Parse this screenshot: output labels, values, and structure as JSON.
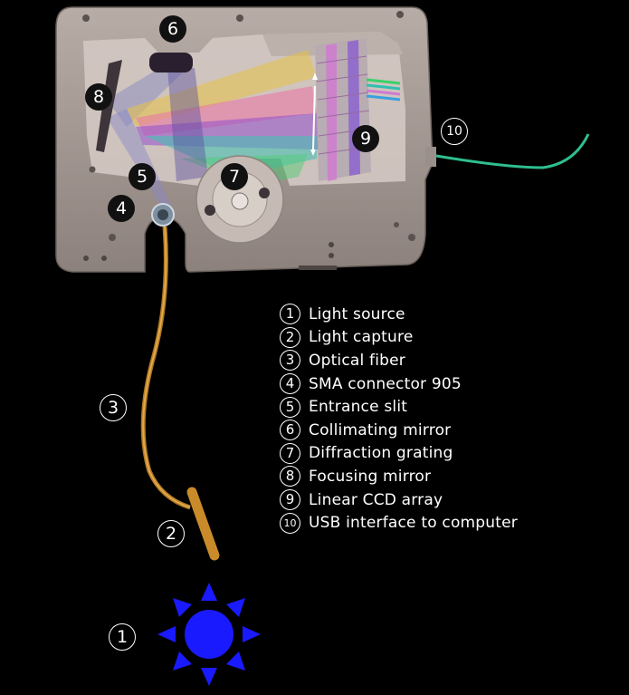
{
  "legend": {
    "items": [
      {
        "num": "1",
        "label": "Light source"
      },
      {
        "num": "2",
        "label": "Light capture"
      },
      {
        "num": "3",
        "label": "Optical fiber"
      },
      {
        "num": "4",
        "label": "SMA connector 905"
      },
      {
        "num": "5",
        "label": "Entrance slit"
      },
      {
        "num": "6",
        "label": "Collimating mirror"
      },
      {
        "num": "7",
        "label": "Diffraction grating"
      },
      {
        "num": "8",
        "label": "Focusing mirror"
      },
      {
        "num": "9",
        "label": "Linear CCD array"
      },
      {
        "num": "10",
        "label": "USB interface to computer"
      }
    ]
  },
  "callouts": {
    "c1": "1",
    "c2": "2",
    "c3": "3",
    "c4": "4",
    "c5": "5",
    "c6": "6",
    "c7": "7",
    "c8": "8",
    "c9": "9",
    "c10": "10"
  },
  "colors": {
    "housing": "#a89c96",
    "housing_dark": "#7d7370",
    "interior": "#c9beb8",
    "fiber": "#c98a2a",
    "sun": "#1a1aff",
    "usb_cable": "#2fbf8f"
  }
}
